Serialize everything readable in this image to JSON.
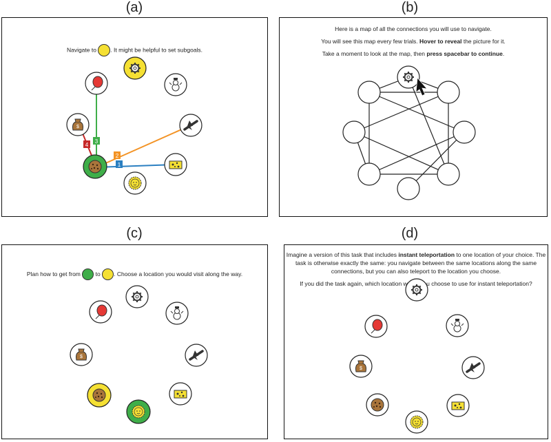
{
  "labels": {
    "a": "(a)",
    "b": "(b)",
    "c": "(c)",
    "d": "(d)"
  },
  "panel_a": {
    "instruction_pre": "Navigate to",
    "instruction_post": ". It might be helpful to set subgoals.",
    "step_labels": [
      "1",
      "2",
      "3",
      "4"
    ]
  },
  "panel_b": {
    "line1": "Here is a map of all the connections you will use to navigate.",
    "line2_pre": "You will see this map every few trials.",
    "line2_bold": "Hover to reveal",
    "line2_post": "the picture for it.",
    "line3_pre": "Take a moment to look at the map, then",
    "line3_bold": "press spacebar to continue",
    "line3_post": "."
  },
  "panel_c": {
    "instruction_pre": "Plan how to get from",
    "instruction_mid": "to",
    "instruction_post": ". Choose a location you would visit along the way."
  },
  "panel_d": {
    "line1_pre": "Imagine a version of this task that includes",
    "line1_bold": "instant teleportation",
    "line1_post": "to one location of your choice. The",
    "line2": "task is otherwise exactly the same: you navigate between the same locations along the same",
    "line3": "connections, but you can also teleport to the location you choose.",
    "line4": "If you did the task again, which location would you choose to use for instant teleportation?"
  },
  "colors": {
    "yellow": "#f5e033",
    "green": "#3fae49",
    "red": "#e53935",
    "orange": "#f39325",
    "blue": "#2a7fc1",
    "dark_red": "#c62828"
  },
  "icons": [
    "gear-icon",
    "snowman-icon",
    "airplane-icon",
    "cheese-icon",
    "sun-icon",
    "cookie-icon",
    "money-bag-icon",
    "balloon-icon"
  ]
}
